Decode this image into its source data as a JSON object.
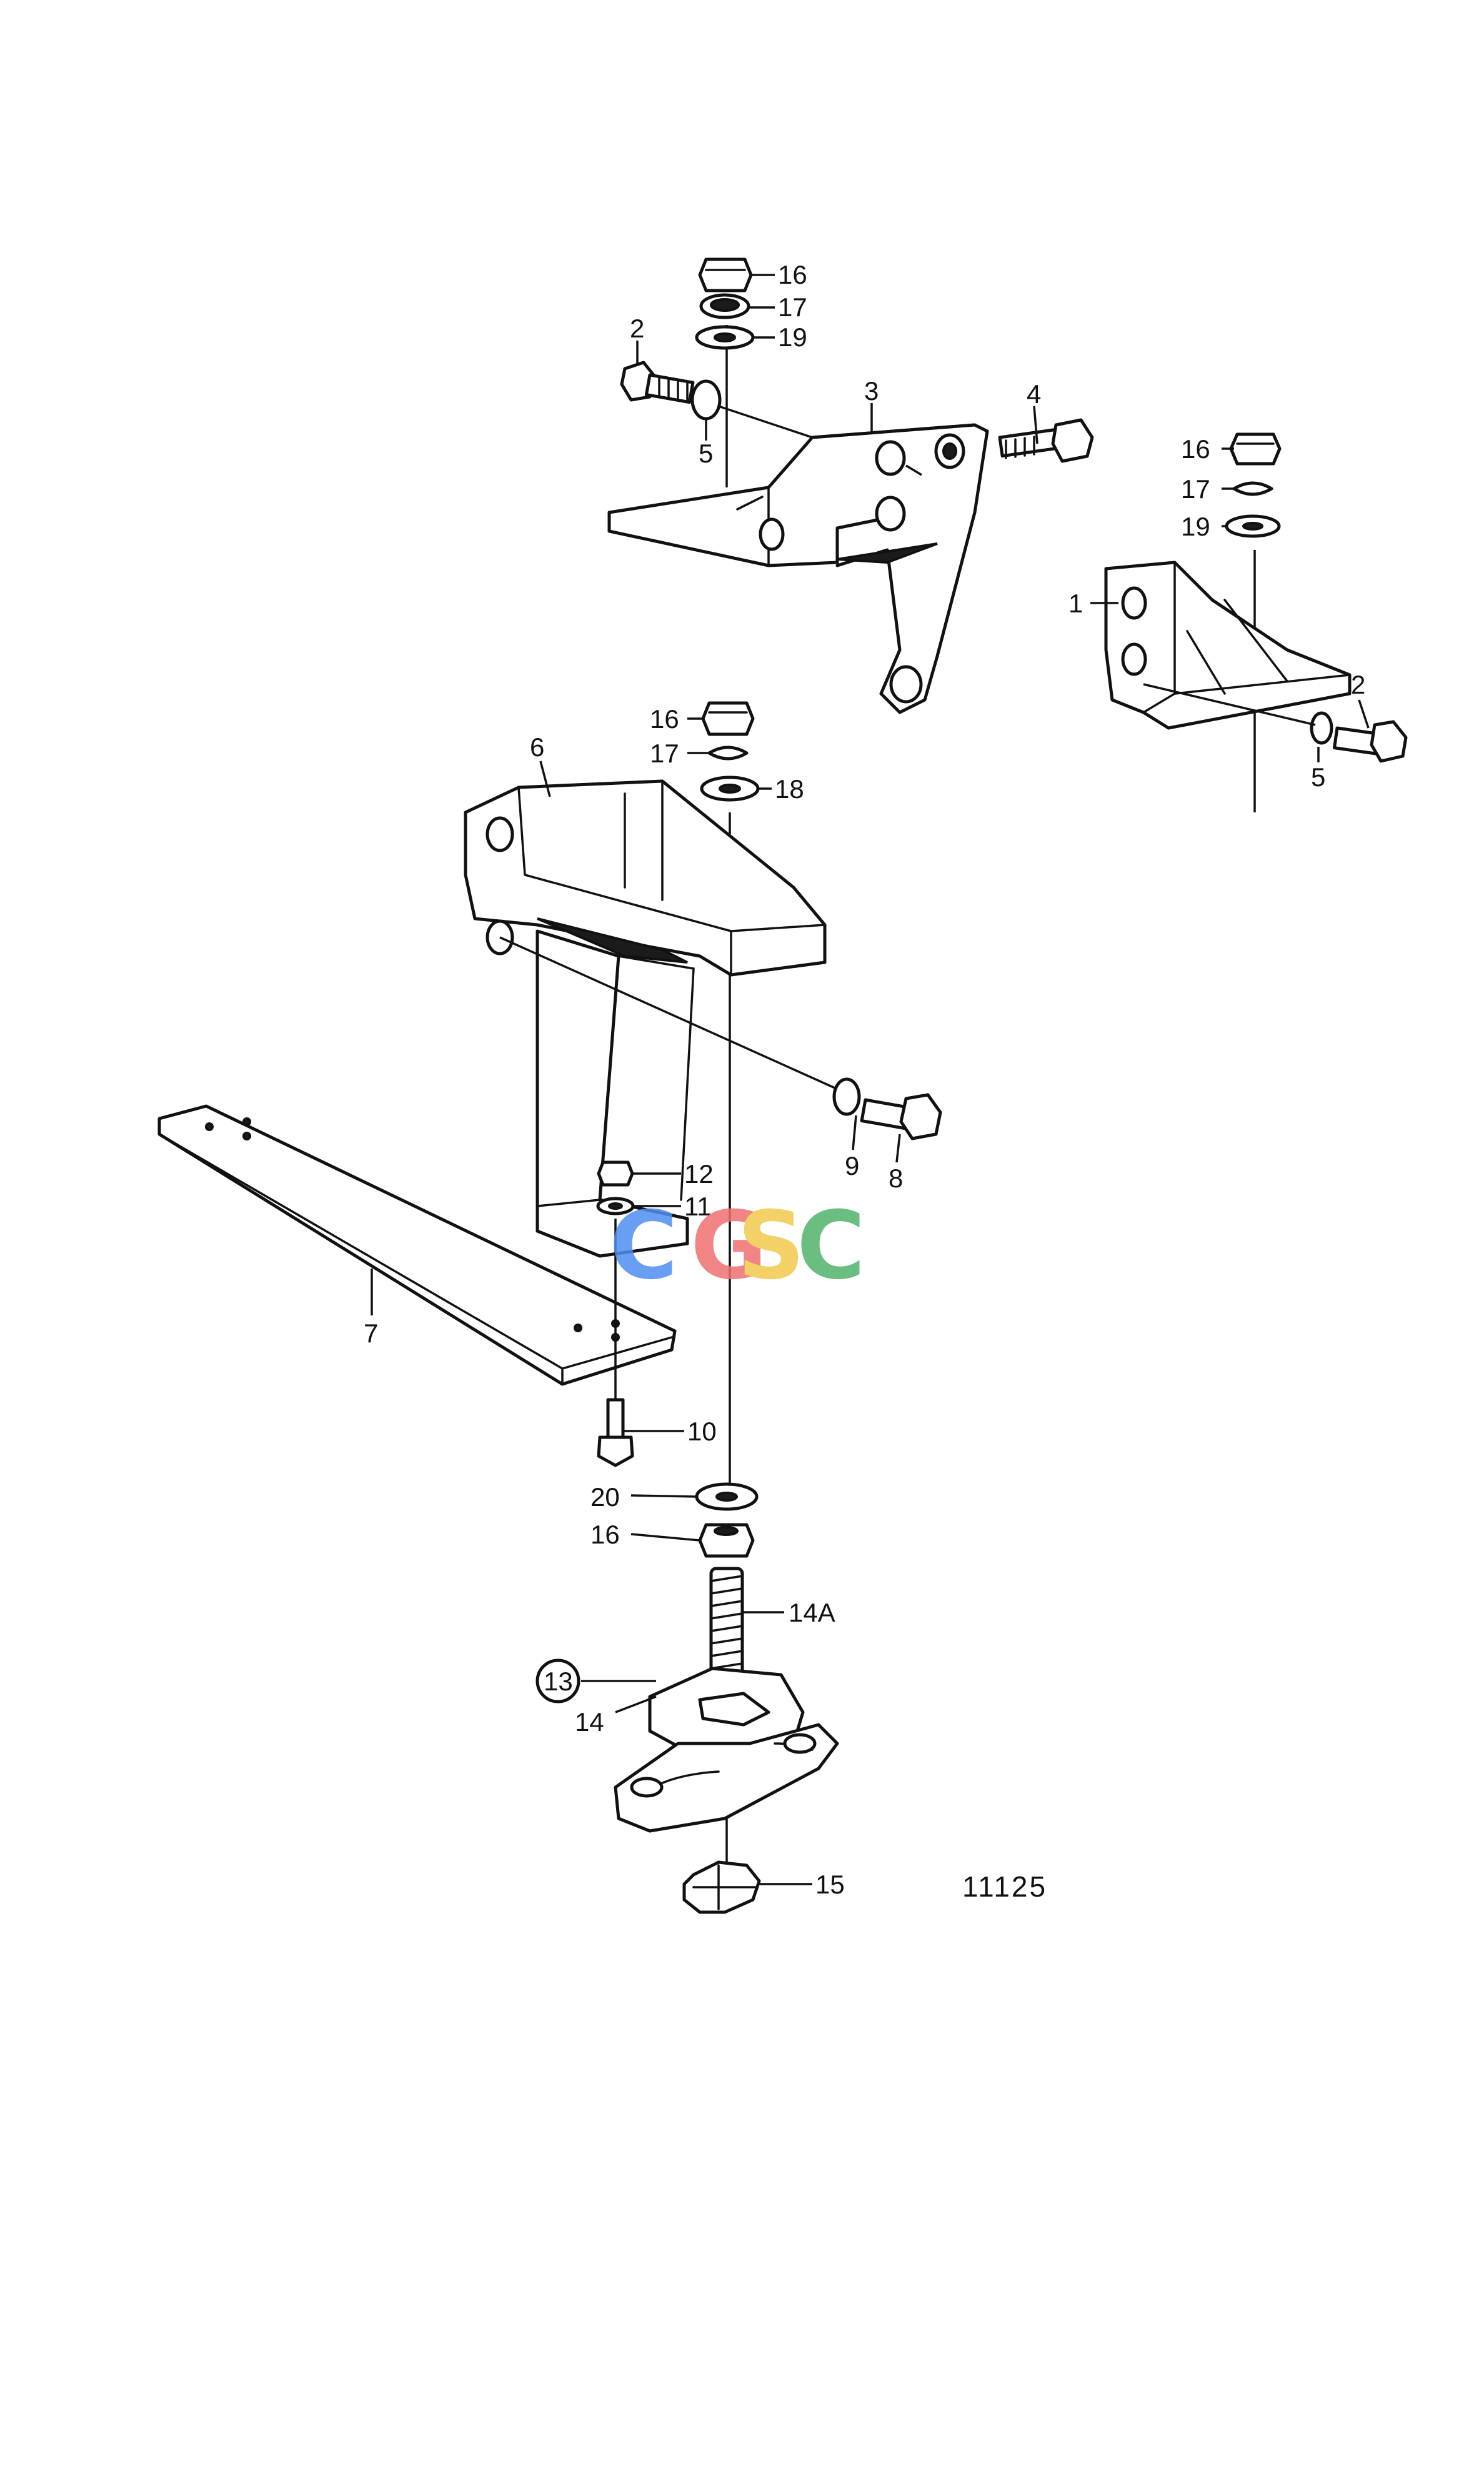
{
  "drawing": {
    "number": "11125",
    "watermark": {
      "letters": [
        {
          "char": "C",
          "color": "#4f8ff0"
        },
        {
          "char": "G",
          "color": "#ef6f6f"
        },
        {
          "char": "S",
          "color": "#f2c94c"
        },
        {
          "char": "C",
          "color": "#4fb36a"
        }
      ]
    }
  },
  "callouts": {
    "c16a": "16",
    "c17a": "17",
    "c19a": "19",
    "c2a": "2",
    "c5a": "5",
    "c3": "3",
    "c4": "4",
    "c16b": "16",
    "c17b": "17",
    "c19b": "19",
    "c1": "1",
    "c2b": "2",
    "c5b": "5",
    "c16c": "16",
    "c17c": "17",
    "c18": "18",
    "c6": "6",
    "c9": "9",
    "c8": "8",
    "c12": "12",
    "c11": "11",
    "c7": "7",
    "c10": "10",
    "c20": "20",
    "c16d": "16",
    "c14a": "14A",
    "c13": "13",
    "c14": "14",
    "c15": "15"
  }
}
